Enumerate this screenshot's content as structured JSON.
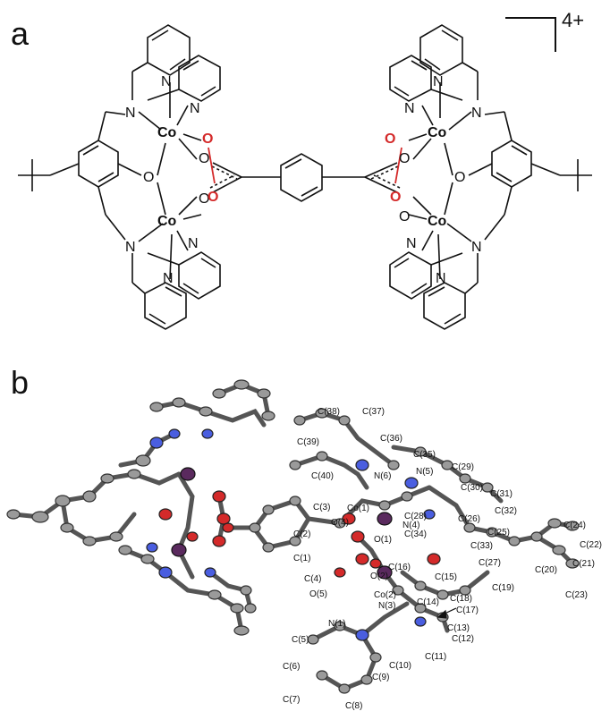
{
  "panels": {
    "a": {
      "label": "a",
      "charge": "4+"
    },
    "b": {
      "label": "b"
    }
  },
  "scheme_atoms": {
    "co": "Co",
    "n": "N",
    "o": "O"
  },
  "crystal_labels": [
    "C(38)",
    "C(37)",
    "C(36)",
    "C(35)",
    "C(39)",
    "C(40)",
    "N(6)",
    "N(5)",
    "C(29)",
    "C(30)",
    "C(31)",
    "C(3)",
    "Co(1)",
    "O(4)",
    "N(4)",
    "C(28)",
    "C(32)",
    "C(2)",
    "C(26)",
    "C(34)",
    "C(25)",
    "C(24)",
    "O(1)",
    "C(33)",
    "C(22)",
    "C(1)",
    "C(27)",
    "C(21)",
    "C(16)",
    "O(2)",
    "C(20)",
    "C(4)",
    "O(5)",
    "C(15)",
    "C(19)",
    "C(23)",
    "C(18)",
    "Co(2)",
    "N(3)",
    "C(14)",
    "C(17)",
    "N(1)",
    "C(13)",
    "C(12)",
    "C(11)",
    "C(5)",
    "C(10)",
    "C(6)",
    "C(9)",
    "C(7)",
    "C(8)"
  ],
  "colors": {
    "bond": "#111111",
    "oxygen_red": "#d42a2a",
    "carbon_grey": "#9a9a9a",
    "nitrogen_blue": "#4a5ee0",
    "cobalt_purple": "#5a2a5e"
  }
}
